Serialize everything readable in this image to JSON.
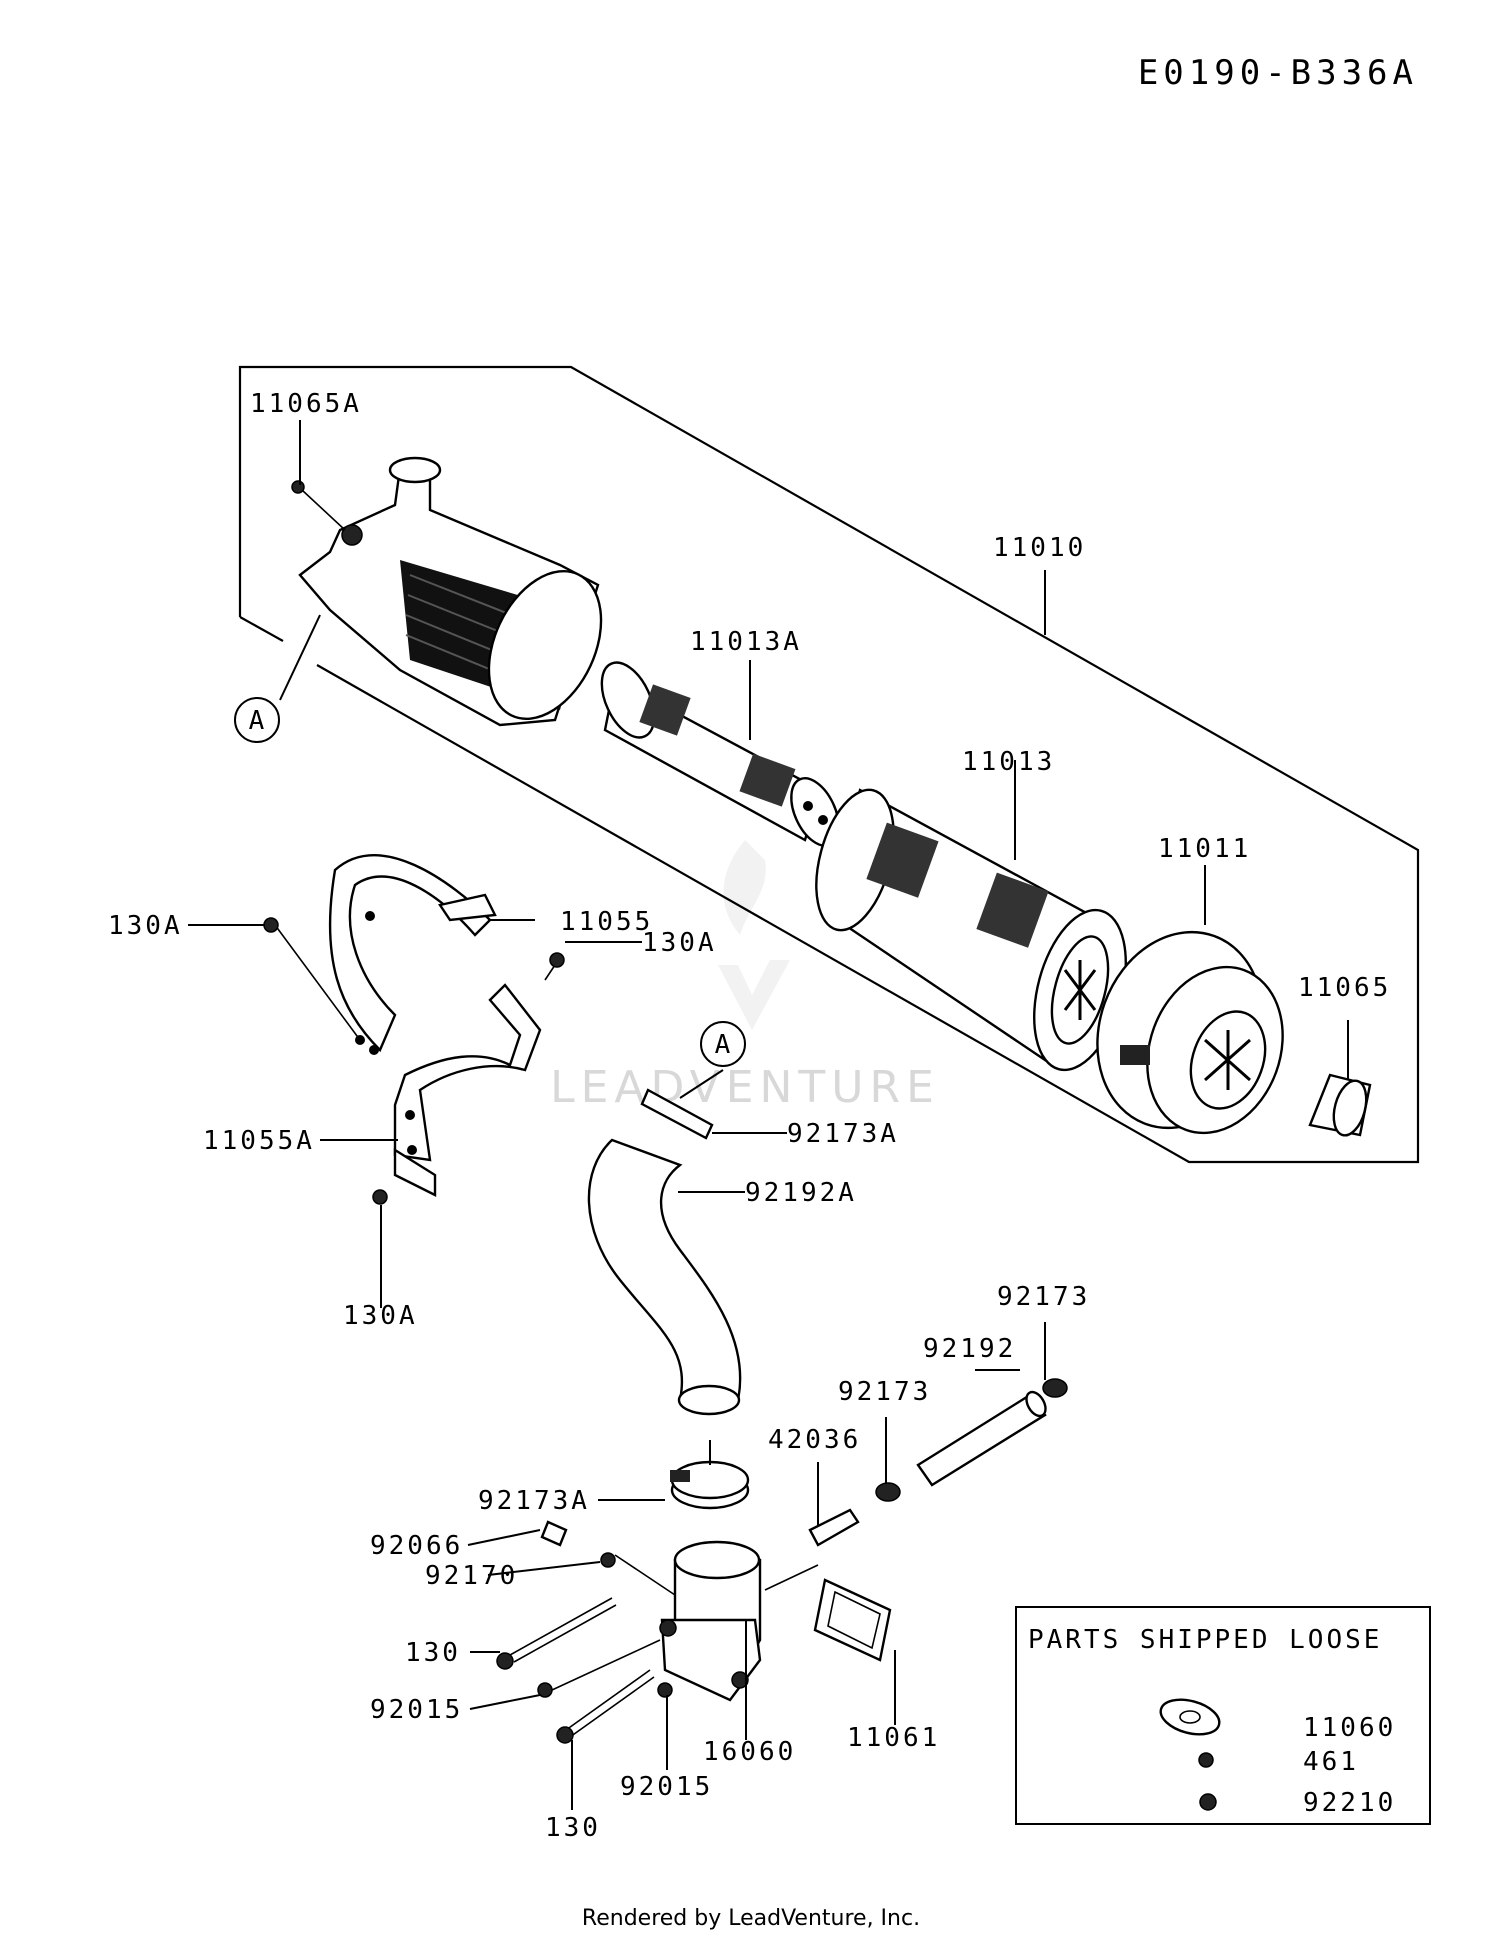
{
  "diagram": {
    "code": "E0190-B336A",
    "footer": "Rendered by LeadVenture, Inc.",
    "watermark": "LEADVENTURE",
    "loose_box_title": "PARTS SHIPPED LOOSE",
    "callouts": {
      "c11065A": "11065A",
      "c11010": "11010",
      "c11013A": "11013A",
      "c11013": "11013",
      "c11011": "11011",
      "c11065": "11065",
      "refA1": "A",
      "refA2": "A",
      "c130A_1": "130A",
      "c11055": "11055",
      "c130A_2": "130A",
      "c11055A": "11055A",
      "c130A_3": "130A",
      "c92173A_1": "92173A",
      "c92192A": "92192A",
      "c92173_1": "92173",
      "c92192": "92192",
      "c92173_2": "92173",
      "c42036": "42036",
      "c92173A_2": "92173A",
      "c92066": "92066",
      "c92170": "92170",
      "c130_1": "130",
      "c92015_1": "92015",
      "c16060": "16060",
      "c11061": "11061",
      "c130_2": "130",
      "c92015_2": "92015",
      "c11060": "11060",
      "c461": "461",
      "c92210": "92210"
    }
  }
}
